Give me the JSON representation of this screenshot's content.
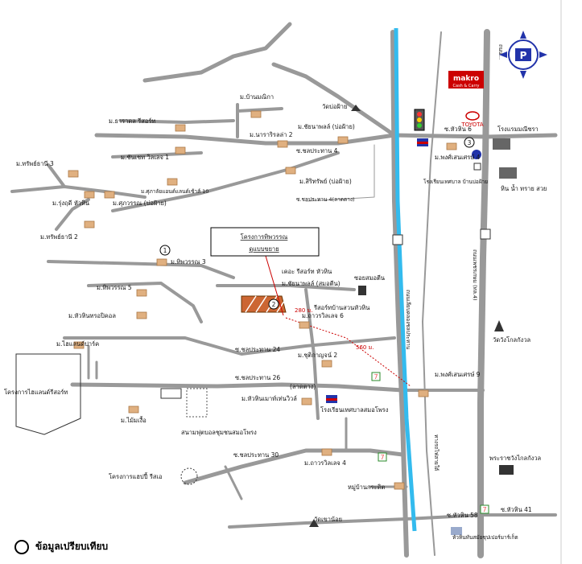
{
  "top_label": "ถนน...",
  "project": {
    "title_line1": "โครงการทิพวรรณ",
    "title_line2": "ดูแบบขยาย"
  },
  "distances": {
    "d280": "280 ม.",
    "d560": "560 ม."
  },
  "numbers": {
    "n1": "1",
    "n2": "2",
    "n3": "3"
  },
  "villages": {
    "ban_manika": "ม.บ้านมณิกา",
    "tharadol": "ม.ธาราดล รีสอร์ท",
    "narasiri": "ม.นาราริรลล่า 2",
    "chonnaphat": "ม.ชัยนาพลล์ (บ่อฝ้าย)",
    "chanchet": "ม.ชันเชท วิลเลจ 1",
    "sap_thani3": "ม.ทรัพย์ธานี 3",
    "sirisap": "ม.สิริทรัพย์ (บ่อฝ้าย)",
    "supalai": "ม.ศุภาลัยแอนด์แลนด์เช้าส์ 10",
    "rungrot": "ม.รุ่งฤดี หัวหิน",
    "supawan": "ม.ศุภวรรณ (บ่อฝ้าย)",
    "sap_thani2": "ม.ทรัพย์ธานี 2",
    "tippawan3": "ม.ทิพวรรณ 3",
    "tippawan5": "ม.ทิพวรรณ 5",
    "hh_royal": "ม.หัวหินทรอปิคอล",
    "highland": "ม.ไฮแลนด์ปาร์ค",
    "maimueng": "ม.ไม้มเงื้อ",
    "hh_mansion": "ม.หัวหินเมาท์เท่นวิวล์",
    "chonnaphat2": "ม.ชัยนาพลล์ (สมอตีน)",
    "charoen6": "ม.ถาวรวิลเลจ 6",
    "chujai2": "ม.ชุติกาญจน์ 2",
    "charoen4": "ม.ถาวรวิลเลจ 4",
    "phongsen4": "ม.พงศ์เสนเศรษ์ 4",
    "phongsen9": "ม.พงศ์เสนเศรษ์ 9",
    "mu_ban_kradit": "หมู่บ้านกระดิต"
  },
  "places": {
    "wat_bofai": "วัดบ่อฝ้าย",
    "makro_main": "makro",
    "makro_sub": "Cash & Carry",
    "toyota": "TOYOTA",
    "rongrian_montri": "โรงแรมมณีชรา",
    "rongrian_bofai": "โรงเรียนเทศบาล บ้านบ่อฝ้าย",
    "hin_nam_sai": "หิน น้ำ ทราย สวย",
    "lake_resort": "เคอะ รีสอร์ท หัวหิน",
    "sangsom": "ซอยสมอตีน",
    "sosat_resort": "รีสอร์ทบ้านสวนหัวหิน",
    "wat_wangkrathuem": "วัดวังโกลกังวล",
    "rongrian_smopong": "โรงเรียนเทศบาลสมอโพรง",
    "sanam_phut": "สนามฟุตบอลชุมชนสมอโพรง",
    "kraiseng_project": "โครงการไฮแลนด์รีสอร์ท",
    "sabai_project": "โครงการแฮปปี้ รีสเอ",
    "wangkrathuem_palace": "พระราชวังไกลกังวล",
    "wat_khao_noi": "วัดเขาน้อย",
    "hh_market": "หัวหินทันสมัยซุปเปอร์มาร์เก็ต",
    "lattaya": "(ลาดตาง)"
  },
  "roads": {
    "hh6": "ซ.หัวหิน 6",
    "chonprathan4": "ซ.ชลประทาน 4",
    "chonprathan4b": "ซ.ชลประทาน 4(ลาดตาง)",
    "chonprathan24": "ซ.ชลประทาน 24",
    "chonprathan26": "ซ.ชลประทาน 26",
    "chonprathan30": "ซ.ชลประทาน 30",
    "hh58": "ซ.หัวหิน 58",
    "hh41": "ซ.หัวหิน 41",
    "canal_road": "ถนนเลียบคลองชลประทาน",
    "phetkasem": "ถนนเพชรเกษม (ทล.4)",
    "rail": "ทางรถไฟสายใต้"
  },
  "legend": {
    "text": "ข้อมูลเปรียบเทียบ"
  },
  "colors": {
    "road": "#999999",
    "canal": "#33bbee",
    "project": "#cc6633",
    "logo": "#2233aa",
    "accent_red": "#cc0000"
  }
}
